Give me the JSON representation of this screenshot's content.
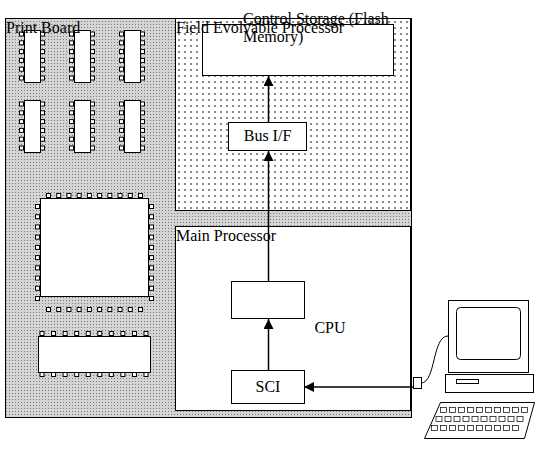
{
  "diagram": {
    "nodes": [
      {
        "text": [
          "Print Board"
        ]
      },
      {
        "text": [
          "Field Evolvable Processor"
        ],
        "in": 0
      },
      {
        "text": [
          "Control Storage (Flash Memory)"
        ],
        "in": 1
      },
      {
        "text": [
          "Bus I/F"
        ],
        "in": 1
      },
      {
        "text": [
          "Main Processor"
        ],
        "in": 0
      },
      {
        "text": [
          "CPU"
        ],
        "in": 4
      },
      {
        "text": [
          "SCI"
        ],
        "in": 4
      }
    ],
    "edges": [
      {
        "from": 6,
        "to": 5,
        "arrow": "to"
      },
      {
        "from": 5,
        "to": 3,
        "arrow": "to"
      },
      {
        "from": 3,
        "to": 2,
        "arrow": "to"
      }
    ]
  }
}
